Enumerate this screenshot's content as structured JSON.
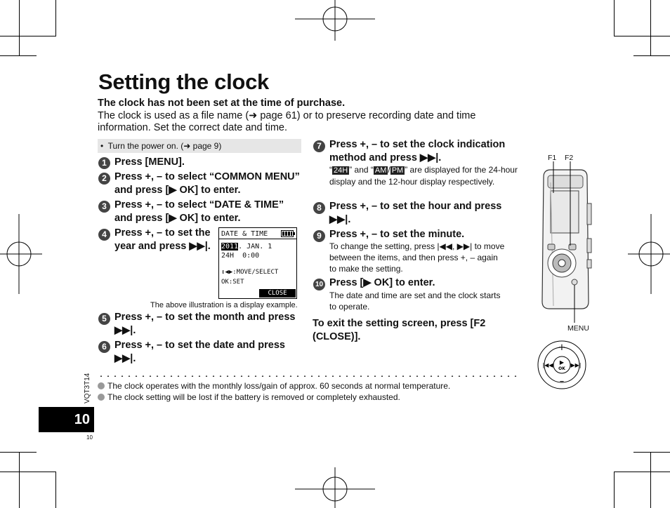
{
  "title": "Setting the clock",
  "lead_bold": "The clock has not been set at the time of purchase.",
  "lead_text": "The clock is used as a file name (➜ page 61) or to preserve recording date and time information. Set the correct date and time.",
  "prereq": "Turn the power on. (➜ page 9)",
  "steps": [
    {
      "num": "1",
      "text": "Press [MENU]."
    },
    {
      "num": "2",
      "text": "Press +, – to select “COMMON MENU” and press [▶ OK] to enter."
    },
    {
      "num": "3",
      "text": "Press +, – to select “DATE & TIME” and press [▶ OK] to enter."
    },
    {
      "num": "4",
      "text": "Press +, – to set the year and press ▶▶|."
    },
    {
      "num": "5",
      "text": "Press +, – to set the month and press ▶▶|."
    },
    {
      "num": "6",
      "text": "Press +, – to set the date and press ▶▶|."
    },
    {
      "num": "7",
      "text": "Press +, – to set the clock indication method and press ▶▶|."
    },
    {
      "num": "8",
      "text": "Press +, – to set the hour and press ▶▶|."
    },
    {
      "num": "9",
      "text": "Press +, – to set the minute."
    },
    {
      "num": "10",
      "text": "Press [▶ OK] to enter."
    }
  ],
  "step7_note": {
    "pre": "“",
    "h24": "24H",
    "mid": "” and “",
    "am": "AM",
    "slash": "/",
    "pm": "PM",
    "post": "” are displayed for the 24-hour display and the 12-hour display respectively."
  },
  "step9_note": "To change the setting, press |◀◀, ▶▶| to move between the items, and then press +, – again to make the setting.",
  "step10_note": "The date and time are set and the clock starts to operate.",
  "exit_note": "To exit the setting screen, press [F2 (CLOSE)].",
  "display": {
    "line1": "DATE & TIME",
    "year": "2011",
    "date_rest": ". JAN. 1",
    "line3": "24H  0:00",
    "line4": "↕◀▶:MOVE/SELECT",
    "line5": "OK:SET",
    "close": "CLOSE",
    "caption": "The above illustration is a display example."
  },
  "device": {
    "f1": "F1",
    "f2": "F2",
    "menu": "MENU",
    "ok": "OK"
  },
  "notes": [
    "The clock operates with the monthly loss/gain of approx. 60 seconds at normal temperature.",
    "The clock setting will be lost if the battery is removed or completely exhausted."
  ],
  "doc_code": "VQT3T14",
  "page_number": "10",
  "page_number_small": "10"
}
